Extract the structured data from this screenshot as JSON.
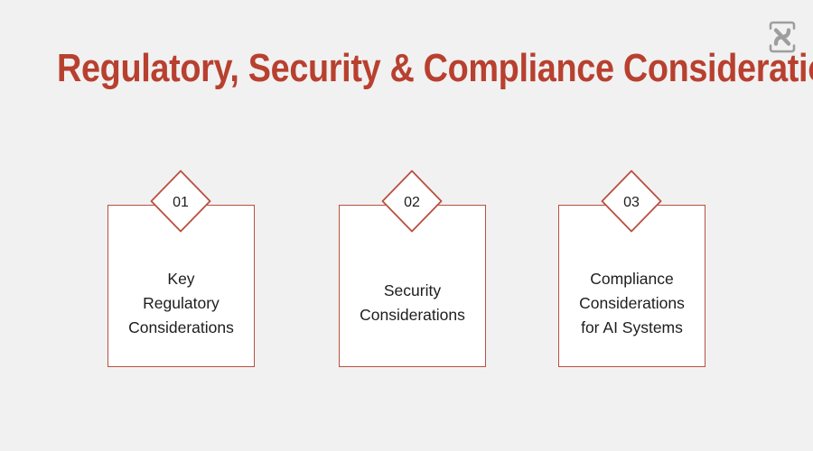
{
  "slide": {
    "background_color": "#f1f1f1",
    "title": "Regulatory, Security & Compliance Considerations",
    "title_color": "#b8402f"
  },
  "logo": {
    "name": "brand-logo-icon",
    "color": "#9e9e9e"
  },
  "cards": [
    {
      "number": "01",
      "lines": [
        "Key",
        "Regulatory",
        "Considerations"
      ],
      "border_color": "#b8503f",
      "fill_color": "#ffffff"
    },
    {
      "number": "02",
      "lines": [
        "Security",
        "Considerations"
      ],
      "border_color": "#b8503f",
      "fill_color": "#ffffff"
    },
    {
      "number": "03",
      "lines": [
        "Compliance",
        "Considerations",
        "for AI Systems"
      ],
      "border_color": "#b8503f",
      "fill_color": "#ffffff"
    }
  ]
}
